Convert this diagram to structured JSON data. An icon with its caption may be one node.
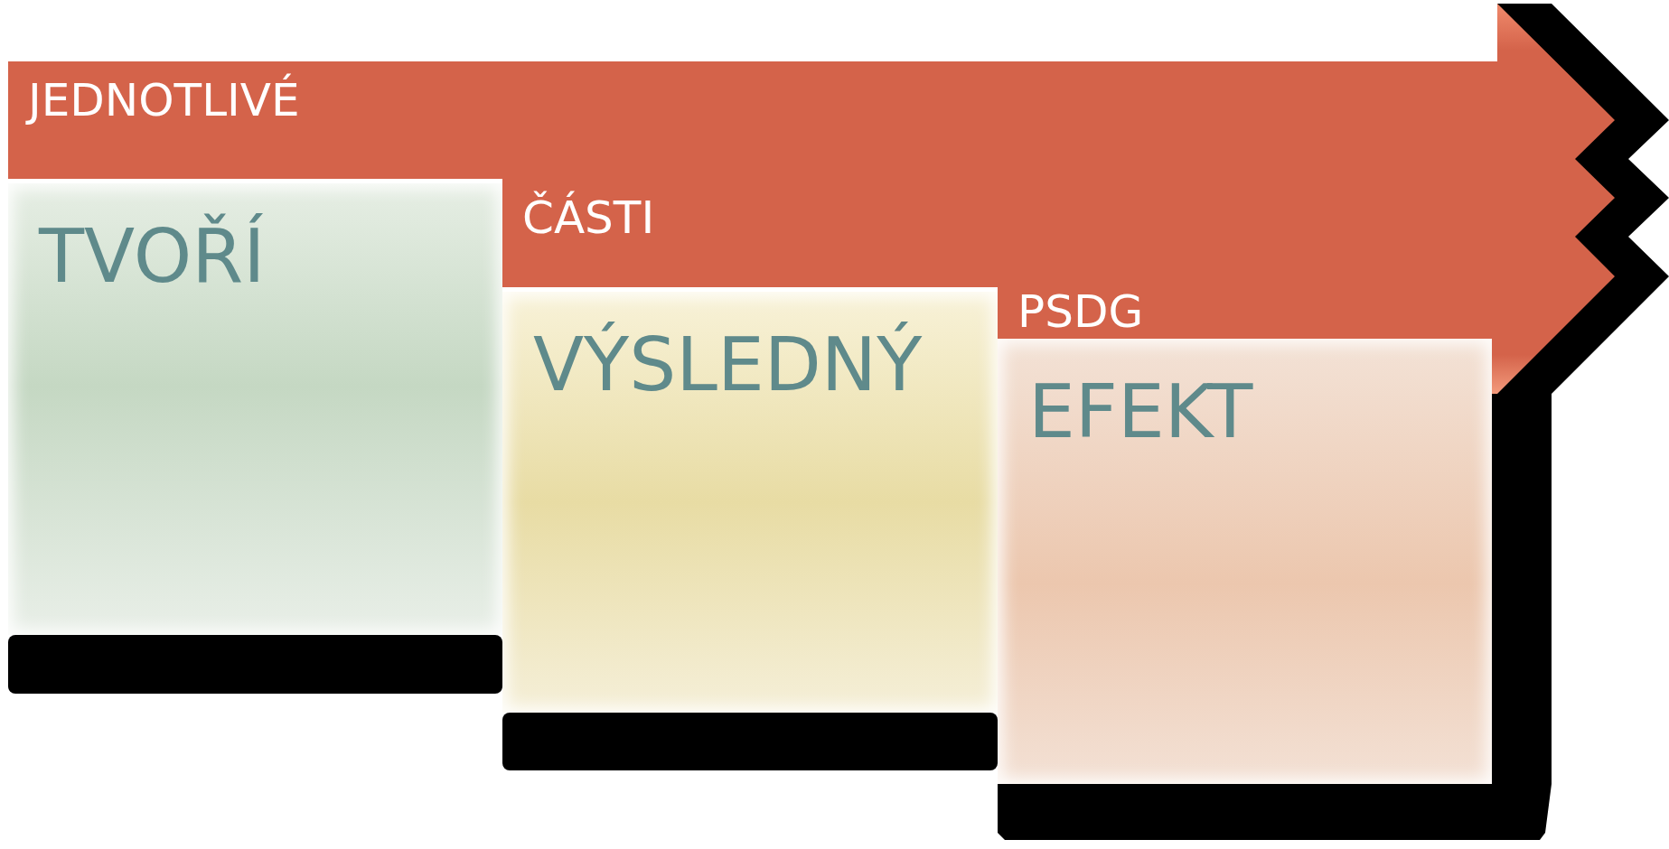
{
  "diagram": {
    "nodes": [
      {
        "text": [
          "JEDNOTLIVÉ"
        ]
      },
      {
        "text": [
          "ČÁSTI"
        ]
      },
      {
        "text": [
          "PSDG"
        ]
      },
      {
        "text": [
          "TVOŘÍ"
        ]
      },
      {
        "text": [
          "VÝSLEDNÝ"
        ]
      },
      {
        "text": [
          "EFEKT"
        ]
      }
    ],
    "edges": []
  }
}
